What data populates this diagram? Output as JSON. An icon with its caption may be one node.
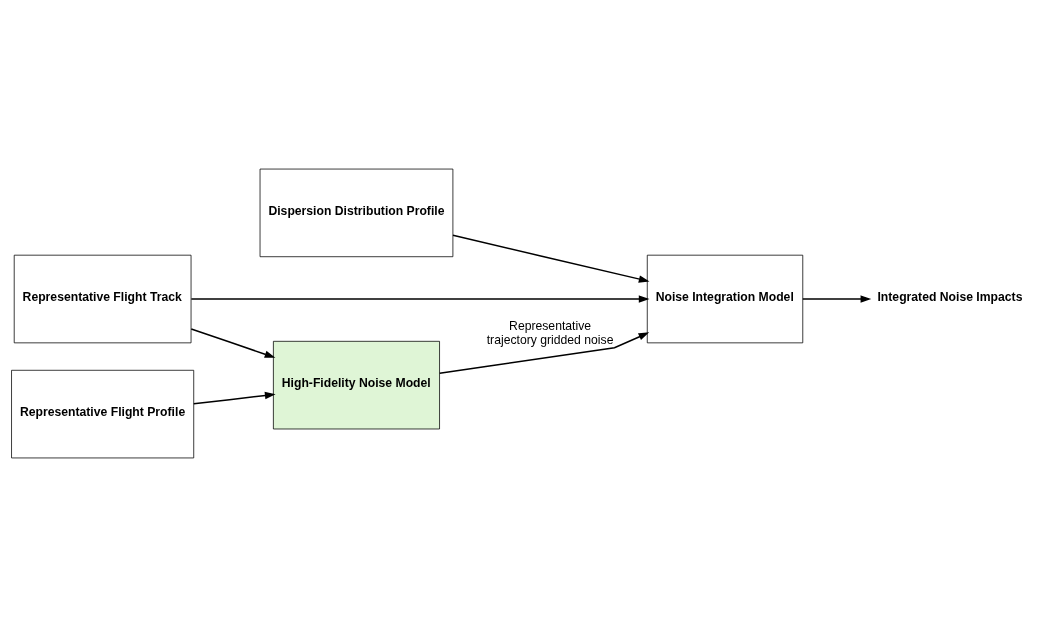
{
  "diagram": {
    "nodes": [
      {
        "text": [
          "Dispersion Distribution Profile"
        ]
      },
      {
        "text": [
          "Representative Flight Track"
        ]
      },
      {
        "text": [
          "Representative Flight Profile"
        ]
      },
      {
        "text": [
          "High-Fidelity Noise Model"
        ]
      },
      {
        "text": [
          "Noise Integration Model"
        ]
      },
      {
        "text": [
          "Integrated Noise Impacts"
        ]
      }
    ],
    "edges": [
      {
        "from": 0,
        "to": 4,
        "arrow": "to"
      },
      {
        "from": 1,
        "to": 4,
        "arrow": "to"
      },
      {
        "from": 1,
        "to": 3,
        "arrow": "to"
      },
      {
        "from": 2,
        "to": 3,
        "arrow": "to"
      },
      {
        "from": 3,
        "to": 4,
        "arrow": "to",
        "label": "Representative trajectory gridded noise"
      },
      {
        "from": 4,
        "to": 5,
        "arrow": "to"
      }
    ]
  }
}
